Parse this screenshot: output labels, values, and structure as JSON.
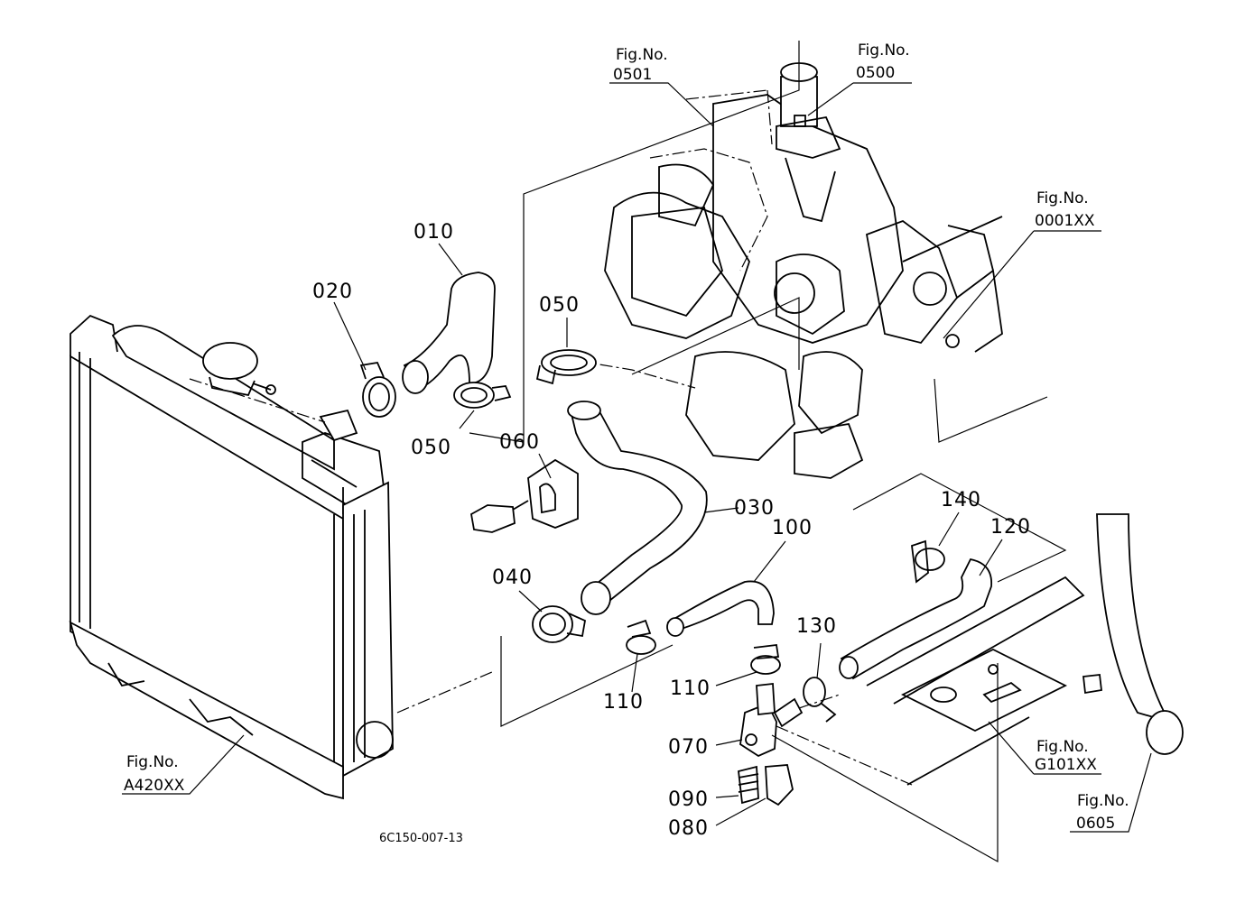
{
  "diagram": {
    "part_labels": {
      "p010": "010",
      "p020": "020",
      "p050a": "050",
      "p050b": "050",
      "p060": "060",
      "p030": "030",
      "p040": "040",
      "p100": "100",
      "p110a": "110",
      "p110b": "110",
      "p140": "140",
      "p120": "120",
      "p130": "130",
      "p070": "070",
      "p090": "090",
      "p080": "080"
    },
    "figure_refs": [
      {
        "caption": "Fig.No.",
        "number": "0501"
      },
      {
        "caption": "Fig.No.",
        "number": "0500"
      },
      {
        "caption": "Fig.No.",
        "number": "0001XX"
      },
      {
        "caption": "Fig.No.",
        "number": "A420XX"
      },
      {
        "caption": "Fig.No.",
        "number": "G101XX"
      },
      {
        "caption": "Fig.No.",
        "number": "0605"
      }
    ],
    "drawing_code": "6C150-007-13"
  }
}
